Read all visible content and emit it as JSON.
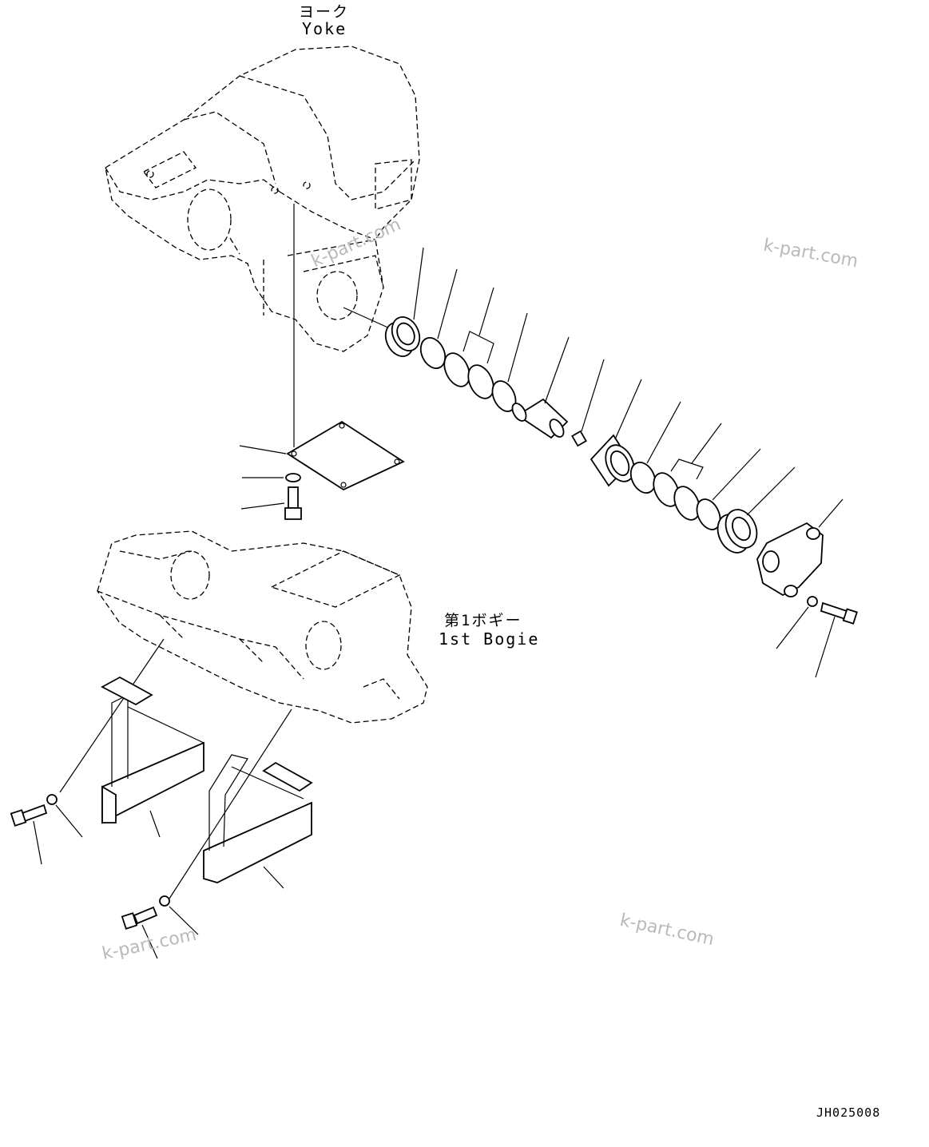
{
  "labels": {
    "yoke_jp": "ヨーク",
    "yoke_en": "Yoke",
    "bogie_jp": "第1ボギー",
    "bogie_en": "1st Bogie"
  },
  "watermarks": [
    "k-part.com",
    "k-part.com",
    "k-part.com",
    "k-part.com"
  ],
  "drawing_code": "JH025008"
}
